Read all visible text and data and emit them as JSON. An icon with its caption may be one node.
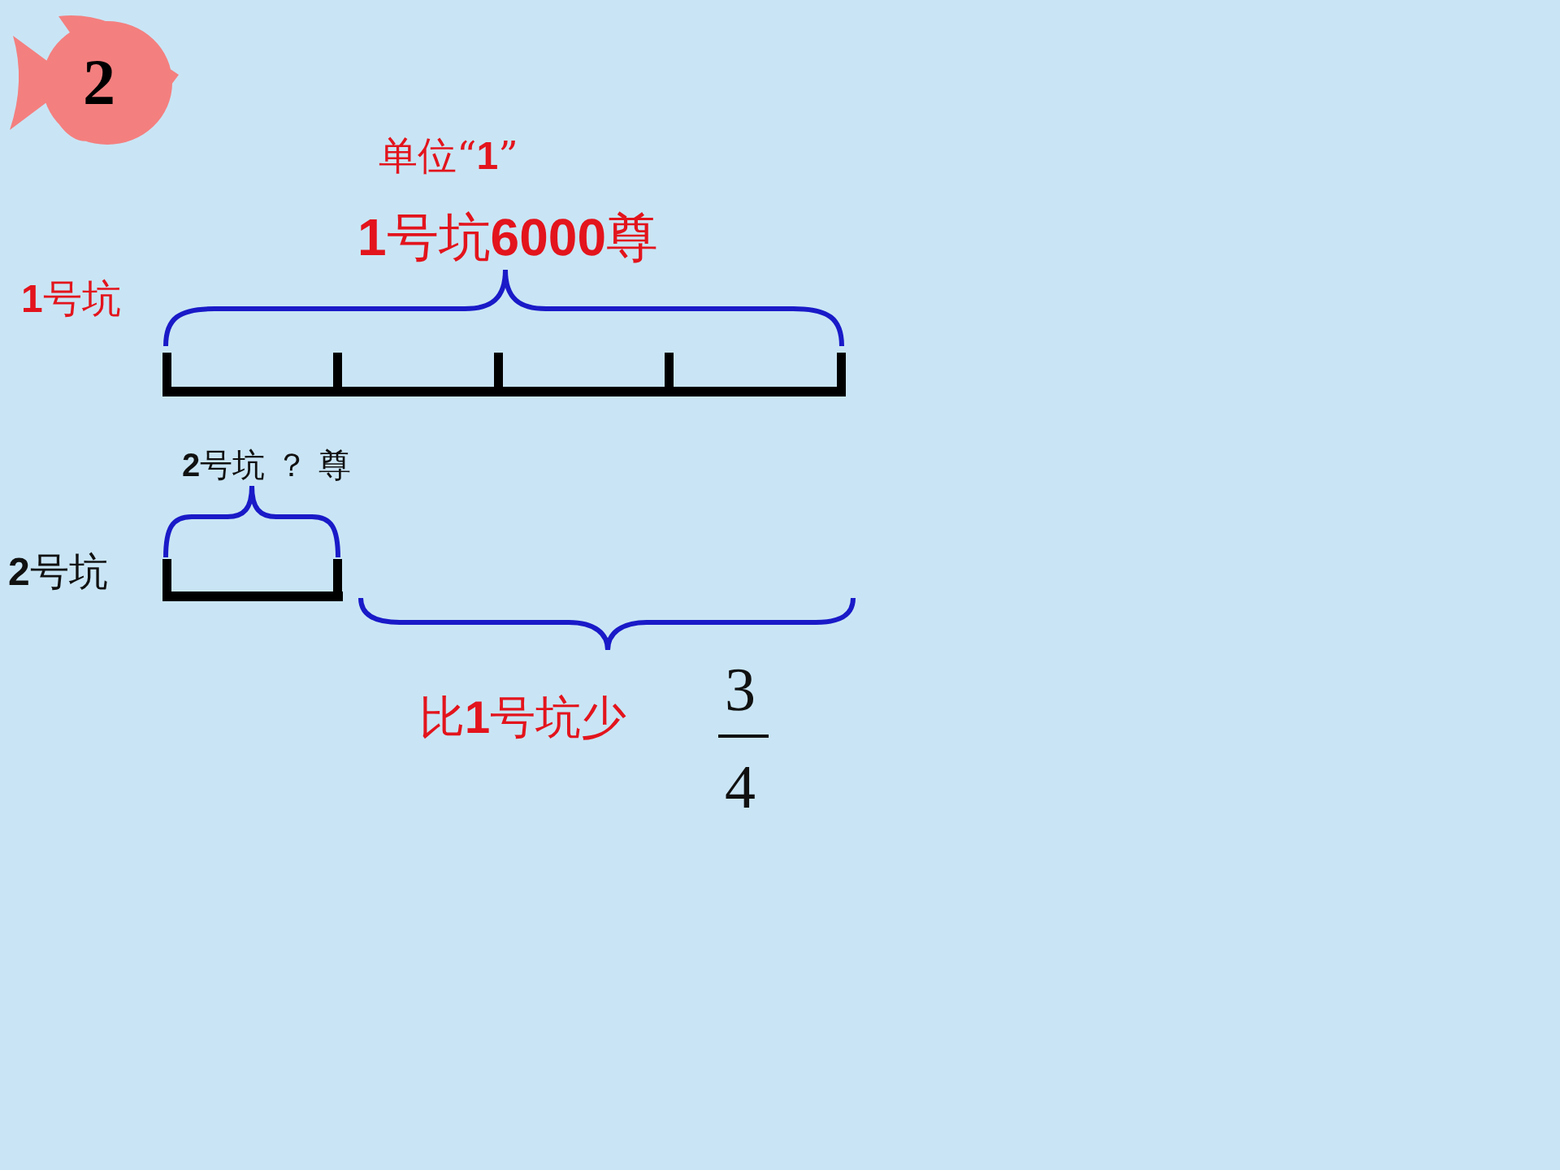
{
  "diagram": {
    "nodes": [
      {
        "text": [
          "2"
        ]
      }
    ],
    "labels": [
      "单位“**1**”",
      "**1**号坑**6000**尊",
      "**1**号坑",
      "**2**号坑 ？ 尊",
      "**2**号坑",
      "比**1**号坑少",
      "3",
      "4"
    ]
  }
}
